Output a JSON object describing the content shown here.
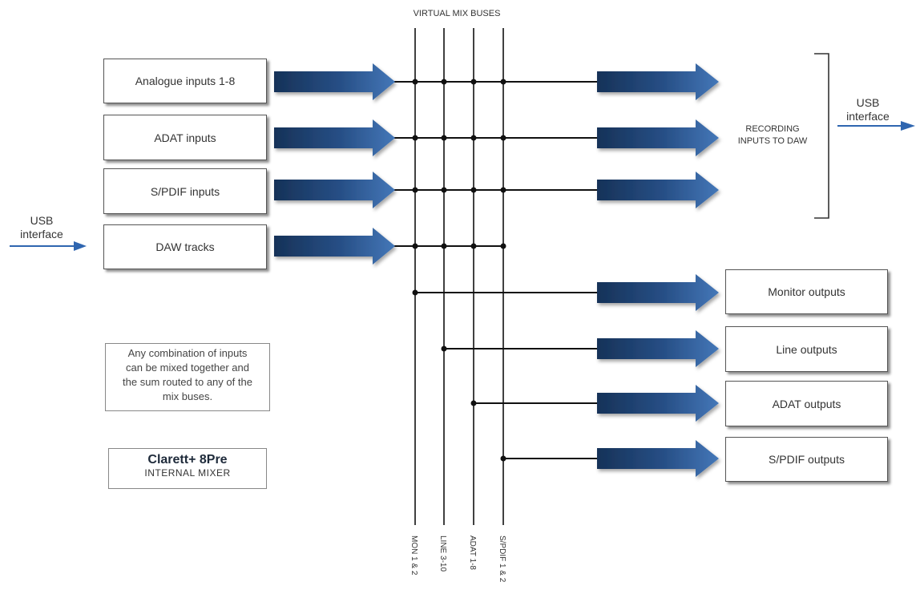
{
  "header": {
    "title": "VIRTUAL MIX BUSES"
  },
  "inputs": [
    {
      "label": "Analogue inputs 1-8"
    },
    {
      "label": "ADAT inputs"
    },
    {
      "label": "S/PDIF inputs"
    },
    {
      "label": "DAW tracks"
    }
  ],
  "outputs": [
    {
      "label": "Monitor outputs"
    },
    {
      "label": "Line outputs"
    },
    {
      "label": "ADAT outputs"
    },
    {
      "label": "S/PDIF outputs"
    }
  ],
  "buses": [
    {
      "label": "MON 1 & 2"
    },
    {
      "label": "LINE 3-10"
    },
    {
      "label": "ADAT 1-8"
    },
    {
      "label": "S/PDIF 1 & 2"
    }
  ],
  "usb_left": {
    "line1": "USB",
    "line2": "interface"
  },
  "usb_right": {
    "line1": "USB",
    "line2": "interface"
  },
  "recording": {
    "line1": "RECORDING",
    "line2": "INPUTS TO DAW"
  },
  "note": {
    "line1": "Any combination of inputs",
    "line2": "can be mixed together and",
    "line3": "the sum routed to any of the",
    "line4": "mix buses."
  },
  "product": {
    "name": "Clarett+ 8Pre",
    "subtitle": "INTERNAL MIXER"
  },
  "colors": {
    "arrow_dark": "#1a3a66",
    "arrow_light": "#3f6fae",
    "usb_arrow": "#2f66b0",
    "line": "#111111"
  }
}
